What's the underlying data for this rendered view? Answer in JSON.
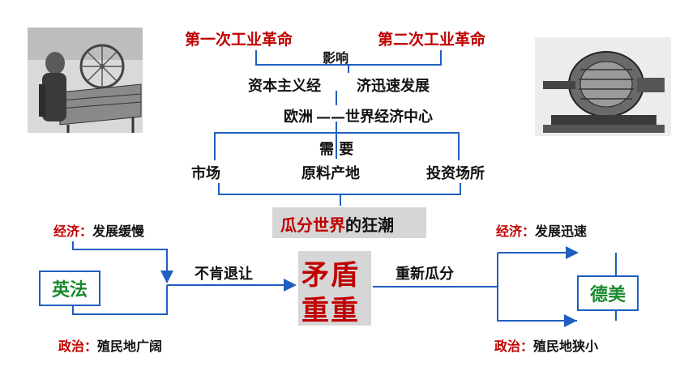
{
  "top": {
    "left_title": "第一次工业革命",
    "right_title": "第二次工业革命",
    "influence": "影响",
    "capitalism_a": "资本主义经",
    "capitalism_b": "济迅速发展",
    "europe": "欧洲",
    "world_center": "——世界经济中心",
    "need": "需 要",
    "items": [
      "市场",
      "原料产地",
      "投资场所"
    ]
  },
  "center": {
    "frenzy_red": "瓜分世界",
    "frenzy_black": "的狂潮",
    "conflict_line1": "矛盾",
    "conflict_line2": "重重"
  },
  "left": {
    "econ_label": "经济：",
    "econ_value": "发展缓慢",
    "countries": "英法",
    "politics_label": "政治：",
    "politics_value": "殖民地广阔",
    "arrow_text": "不肯退让"
  },
  "right": {
    "econ_label": "经济：",
    "econ_value": "发展迅速",
    "countries": "德美",
    "politics_label": "政治：",
    "politics_value": "殖民地狭小",
    "arrow_text": "重新瓜分"
  },
  "colors": {
    "red": "#c00000",
    "blue": "#1f5fbf",
    "green": "#1a8a2e",
    "grey_box": "#d6d6d6"
  }
}
